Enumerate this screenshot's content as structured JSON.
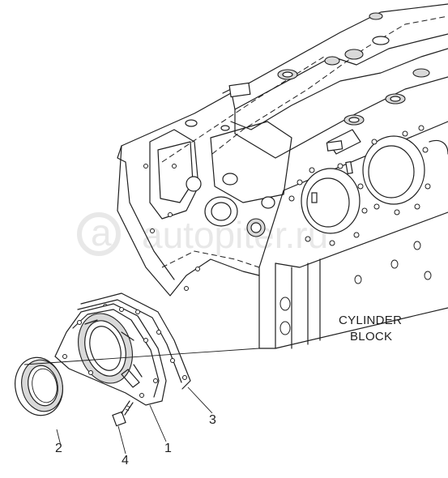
{
  "block_label": {
    "line1": "CYLINDER",
    "line2": "BLOCK"
  },
  "callouts": [
    {
      "id": "2",
      "label": "2"
    },
    {
      "id": "4",
      "label": "4"
    },
    {
      "id": "1",
      "label": "1"
    },
    {
      "id": "3",
      "label": "3"
    }
  ],
  "watermark": "autopiter.ru"
}
